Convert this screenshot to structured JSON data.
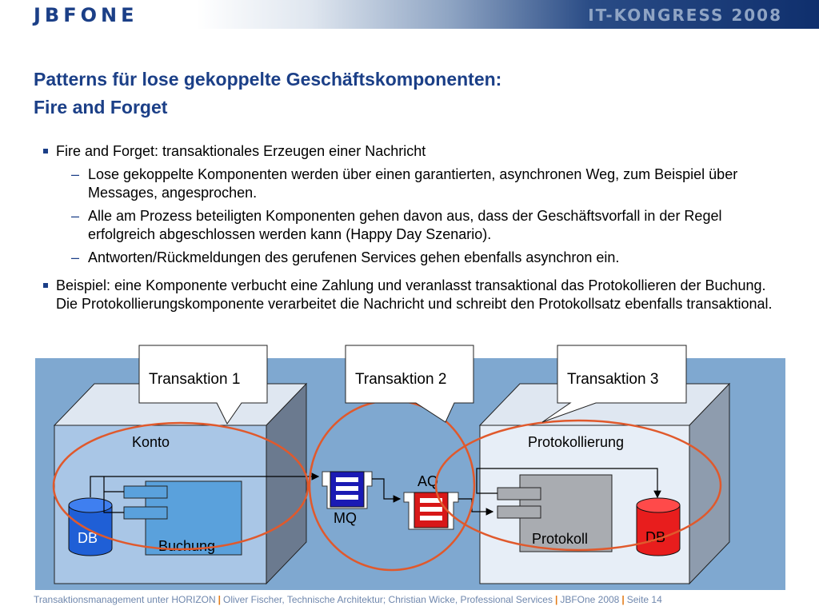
{
  "header": {
    "logo": "JBFONE",
    "event": "IT-KONGRESS 2008"
  },
  "slide": {
    "title_line1": "Patterns für lose gekoppelte Geschäftskomponenten:",
    "title_line2": "Fire and Forget",
    "bullets": [
      {
        "text": "Fire and Forget: transaktionales Erzeugen einer Nachricht",
        "sub": [
          "Lose gekoppelte Komponenten werden über einen garantierten, asynchronen Weg, zum Beispiel über Messages, angesprochen.",
          "Alle am Prozess beteiligten Komponenten gehen davon aus, dass der Geschäftsvorfall in der Regel erfolgreich abgeschlossen werden kann (Happy Day Szenario).",
          "Antworten/Rückmeldungen des gerufenen Services gehen ebenfalls asynchron ein."
        ]
      },
      {
        "text": "Beispiel: eine Komponente verbucht eine Zahlung und veranlasst transaktional das Protokollieren der Buchung. Die Protokollierungskomponente verarbeitet die Nachricht und schreibt den Protokollsatz ebenfalls transaktional."
      }
    ]
  },
  "diagram": {
    "callouts": [
      "Transaktion 1",
      "Transaktion 2",
      "Transaktion 3"
    ],
    "left_box": {
      "title": "Konto",
      "component": "Buchung",
      "db": "DB"
    },
    "right_box": {
      "title": "Protokollierung",
      "component": "Protokoll",
      "db": "DB"
    },
    "queues": {
      "mq": "MQ",
      "aq": "AQ"
    },
    "colors": {
      "background": "#7fa8d0",
      "left_db": "#1f5fd6",
      "right_db": "#e81d1d",
      "mq_queue": "#1a1ab4",
      "aq_queue": "#d81818",
      "transaction_ring": "#e0592c"
    }
  },
  "footer": {
    "part1": "Transaktionsmanagement unter HORIZON",
    "part2": "Oliver Fischer, Technische Architektur; Christian Wicke, Professional Services",
    "part3": "JBFOne 2008",
    "part4": "Seite 14",
    "separator": "|"
  }
}
